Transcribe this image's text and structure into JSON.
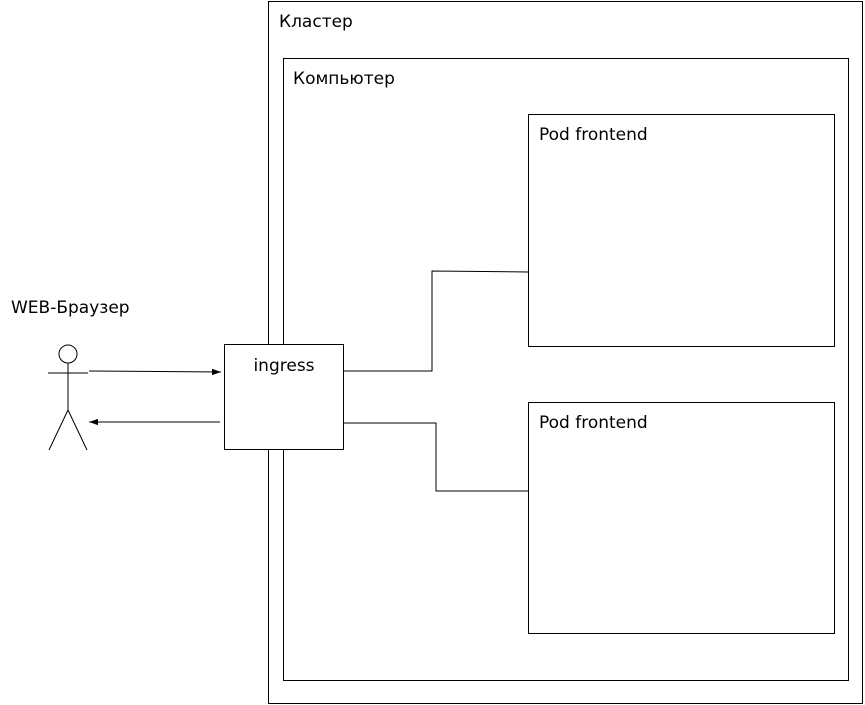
{
  "diagram": {
    "cluster": {
      "label": "Кластер"
    },
    "computer": {
      "label": "Компьютер"
    },
    "pods": [
      {
        "label": "Pod frontend"
      },
      {
        "label": "Pod frontend"
      }
    ],
    "ingress": {
      "label": "ingress"
    },
    "actor": {
      "label": "WEB-Браузер"
    },
    "colors": {
      "stroke": "#000000",
      "background": "#ffffff"
    }
  }
}
